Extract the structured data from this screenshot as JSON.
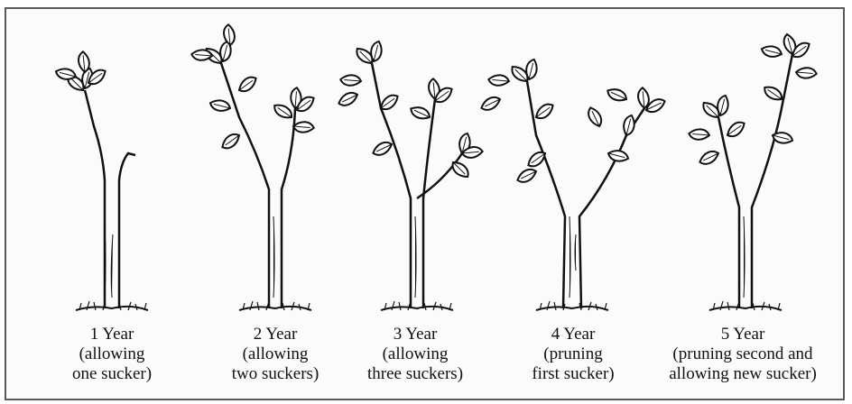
{
  "stages": [
    {
      "id": "y1",
      "lines": [
        "1 Year",
        "(allowing",
        "one sucker)"
      ]
    },
    {
      "id": "y2",
      "lines": [
        "2 Year",
        "(allowing",
        "two suckers)"
      ]
    },
    {
      "id": "y3",
      "lines": [
        "3 Year",
        "(allowing",
        "three suckers)"
      ]
    },
    {
      "id": "y4",
      "lines": [
        "4 Year",
        "(pruning",
        "first sucker)"
      ]
    },
    {
      "id": "y5",
      "lines": [
        "5 Year",
        "(pruning second and",
        "allowing new sucker)"
      ]
    }
  ],
  "colors": {
    "ink": "#111111",
    "frame": "#5a5a5a",
    "background": "#fbfbfb"
  },
  "icons": [
    "tree-1-year-icon",
    "tree-2-year-icon",
    "tree-3-year-icon",
    "tree-4-year-icon",
    "tree-5-year-icon"
  ]
}
